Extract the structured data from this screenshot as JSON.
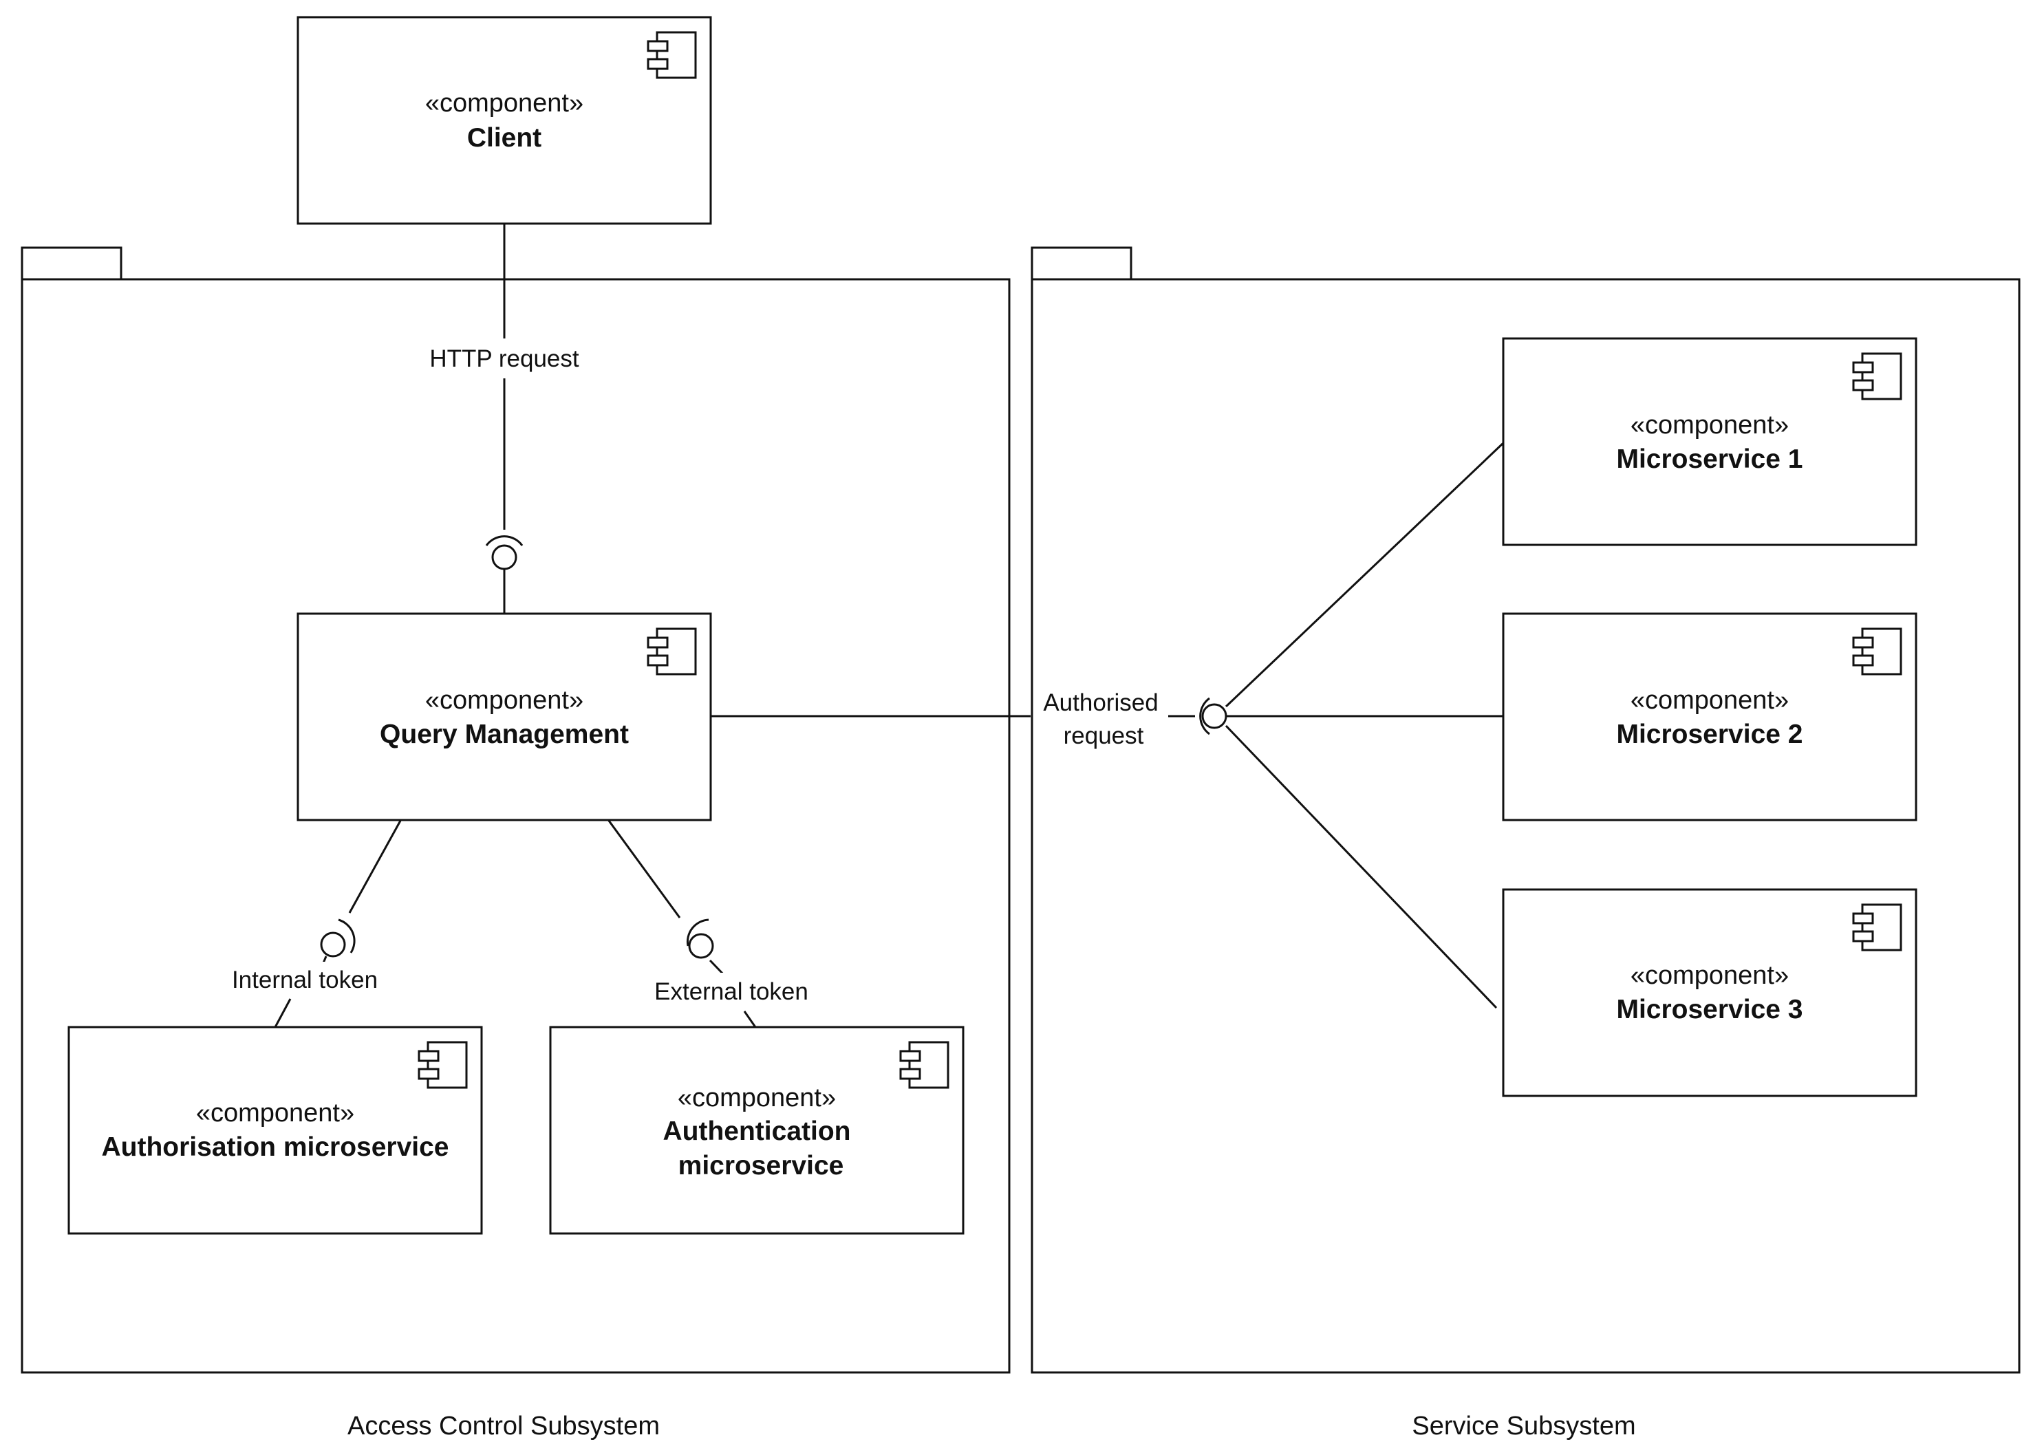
{
  "diagram": {
    "packages": {
      "access_control": {
        "label": "Access Control Subsystem"
      },
      "service": {
        "label": "Service Subsystem"
      }
    },
    "components": {
      "client": {
        "stereotype": "«component»",
        "name": "Client"
      },
      "query_management": {
        "stereotype": "«component»",
        "name": "Query Management"
      },
      "authorisation": {
        "stereotype": "«component»",
        "name": "Authorisation microservice"
      },
      "authentication": {
        "stereotype": "«component»",
        "name_line1": "Authentication",
        "name_line2": "microservice"
      },
      "microservice_1": {
        "stereotype": "«component»",
        "name": "Microservice 1"
      },
      "microservice_2": {
        "stereotype": "«component»",
        "name": "Microservice 2"
      },
      "microservice_3": {
        "stereotype": "«component»",
        "name": "Microservice 3"
      }
    },
    "connectors": {
      "http_request": "HTTP request",
      "authorised_request_line1": "Authorised",
      "authorised_request_line2": "request",
      "internal_token": "Internal token",
      "external_token": "External token"
    },
    "icons": {
      "component": "component-icon",
      "interface": "ball-and-socket-icon"
    },
    "colors": {
      "stroke": "#111111",
      "background": "#ffffff"
    }
  }
}
